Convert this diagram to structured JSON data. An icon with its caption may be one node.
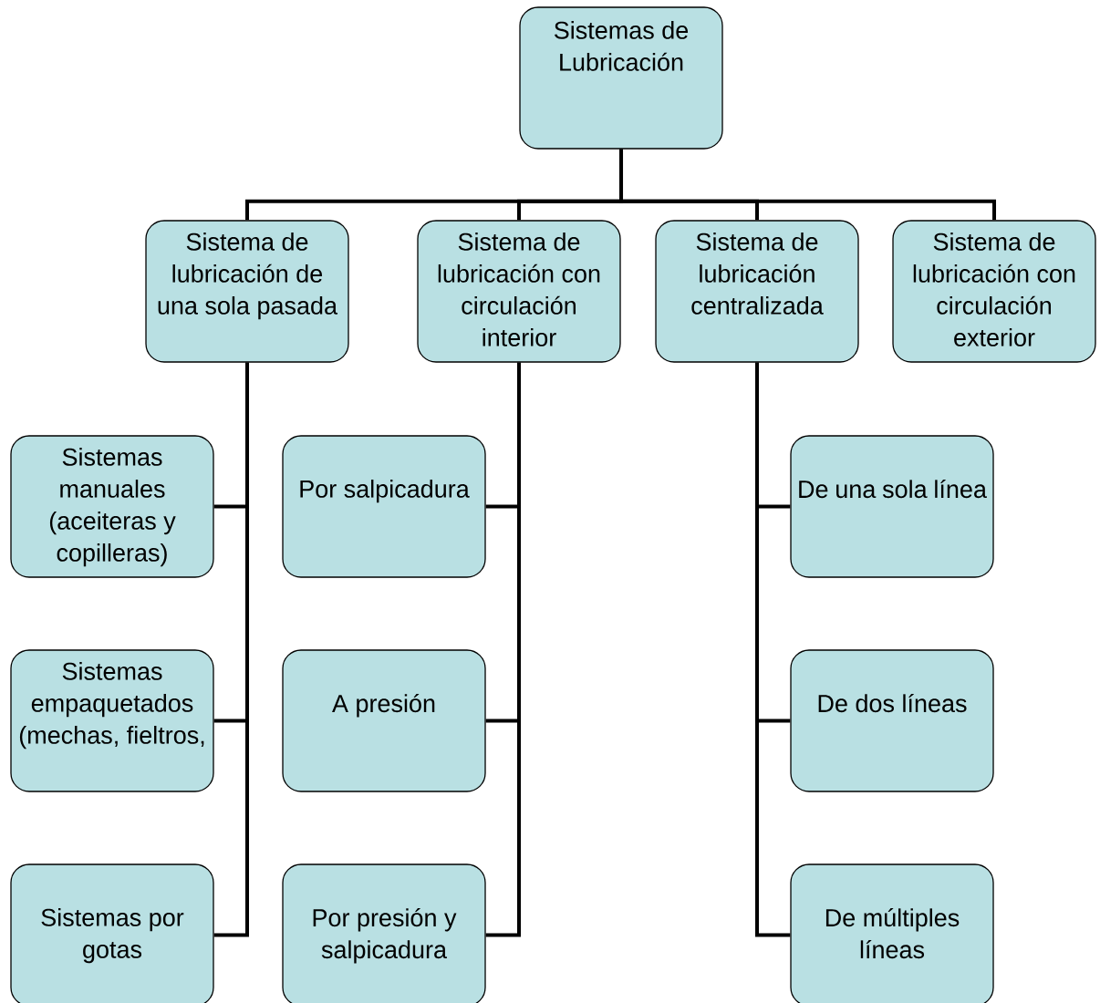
{
  "diagram": {
    "nodes": [
      {
        "text": [
          "Sistemas de Lubricación"
        ]
      },
      {
        "text": [
          "Sistema de lubricación de una sola pasada"
        ]
      },
      {
        "text": [
          "Sistema de lubricación con circulación interior"
        ]
      },
      {
        "text": [
          "Sistema de lubricación centralizada"
        ]
      },
      {
        "text": [
          "Sistema de lubricación con circulación exterior"
        ]
      },
      {
        "text": [
          "Sistemas manuales (aceiteras y copilleras)"
        ]
      },
      {
        "text": [
          "Por salpicadura"
        ]
      },
      {
        "text": [
          "De una sola línea"
        ]
      },
      {
        "text": [
          "Sistemas empaquetados (mechas, fieltros,"
        ]
      },
      {
        "text": [
          "A presión"
        ]
      },
      {
        "text": [
          "De dos líneas"
        ]
      },
      {
        "text": [
          "Sistemas por gotas"
        ]
      },
      {
        "text": [
          "Por presión y salpicadura"
        ]
      },
      {
        "text": [
          "De múltiples líneas"
        ]
      }
    ],
    "edges": [
      {
        "from": 0,
        "to": 1,
        "arrow": "none"
      },
      {
        "from": 0,
        "to": 2,
        "arrow": "none"
      },
      {
        "from": 0,
        "to": 3,
        "arrow": "none"
      },
      {
        "from": 0,
        "to": 4,
        "arrow": "none"
      },
      {
        "from": 1,
        "to": 5,
        "arrow": "none"
      },
      {
        "from": 1,
        "to": 8,
        "arrow": "none"
      },
      {
        "from": 1,
        "to": 11,
        "arrow": "none"
      },
      {
        "from": 2,
        "to": 6,
        "arrow": "none"
      },
      {
        "from": 2,
        "to": 9,
        "arrow": "none"
      },
      {
        "from": 2,
        "to": 12,
        "arrow": "none"
      },
      {
        "from": 3,
        "to": 7,
        "arrow": "none"
      },
      {
        "from": 3,
        "to": 10,
        "arrow": "none"
      },
      {
        "from": 3,
        "to": 13,
        "arrow": "none"
      }
    ]
  }
}
